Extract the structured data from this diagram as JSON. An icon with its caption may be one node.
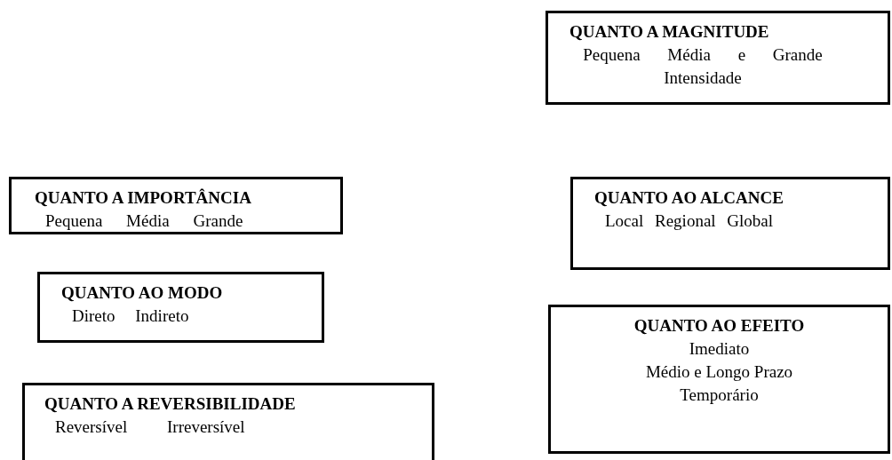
{
  "diagram": {
    "nodes": [
      {
        "text": [
          "QUANTO A MAGNITUDE",
          "Pequena Média e Grande Intensidade"
        ]
      },
      {
        "text": [
          "QUANTO A IMPORTÂNCIA",
          "Pequena Média Grande"
        ]
      },
      {
        "text": [
          "QUANTO AO ALCANCE",
          "Local Regional Global"
        ]
      },
      {
        "text": [
          "QUANTO AO MODO",
          "Direto Indireto"
        ]
      },
      {
        "text": [
          "QUANTO AO EFEITO",
          "Imediato",
          "Médio e Longo Prazo",
          "Temporário"
        ]
      },
      {
        "text": [
          "QUANTO A REVERSIBILIDADE",
          "Reversível Irreversível"
        ]
      }
    ]
  }
}
